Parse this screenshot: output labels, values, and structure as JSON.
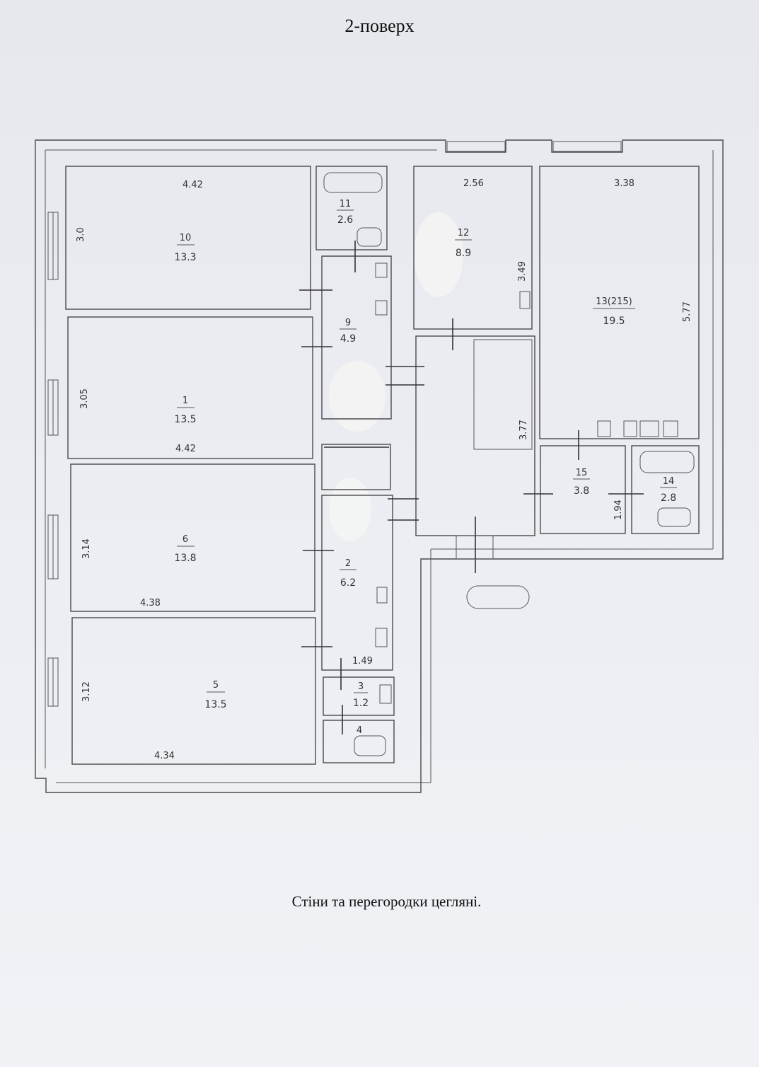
{
  "header": {
    "title": "2-поверх"
  },
  "footer": {
    "note": "Стіни та перегородки цегляні."
  },
  "rooms": [
    {
      "id": "10",
      "area": "13.3",
      "width": "4.42",
      "depth": "3.0"
    },
    {
      "id": "1",
      "area": "13.5",
      "width": "4.42",
      "depth": "3.05"
    },
    {
      "id": "6",
      "area": "13.8",
      "width": "4.38",
      "depth": "3.14"
    },
    {
      "id": "5",
      "area": "13.5",
      "width": "4.34",
      "depth": "3.12"
    },
    {
      "id": "11",
      "area": "2.6"
    },
    {
      "id": "9",
      "area": "4.9"
    },
    {
      "id": "2",
      "area": "6.2",
      "width": "1.49"
    },
    {
      "id": "3",
      "area": "1.2"
    },
    {
      "id": "4",
      "area": ""
    },
    {
      "id": "12",
      "area": "8.9",
      "width": "2.56",
      "depth": "3.49"
    },
    {
      "id": "13(215)",
      "area": "19.5",
      "width": "3.38",
      "depth": "5.77"
    },
    {
      "id": "15",
      "area": "3.8",
      "depth": "1.94"
    },
    {
      "id": "14",
      "area": "2.8"
    }
  ],
  "corridor": {
    "depth": "3.77"
  },
  "stamp": {
    "text": ""
  }
}
